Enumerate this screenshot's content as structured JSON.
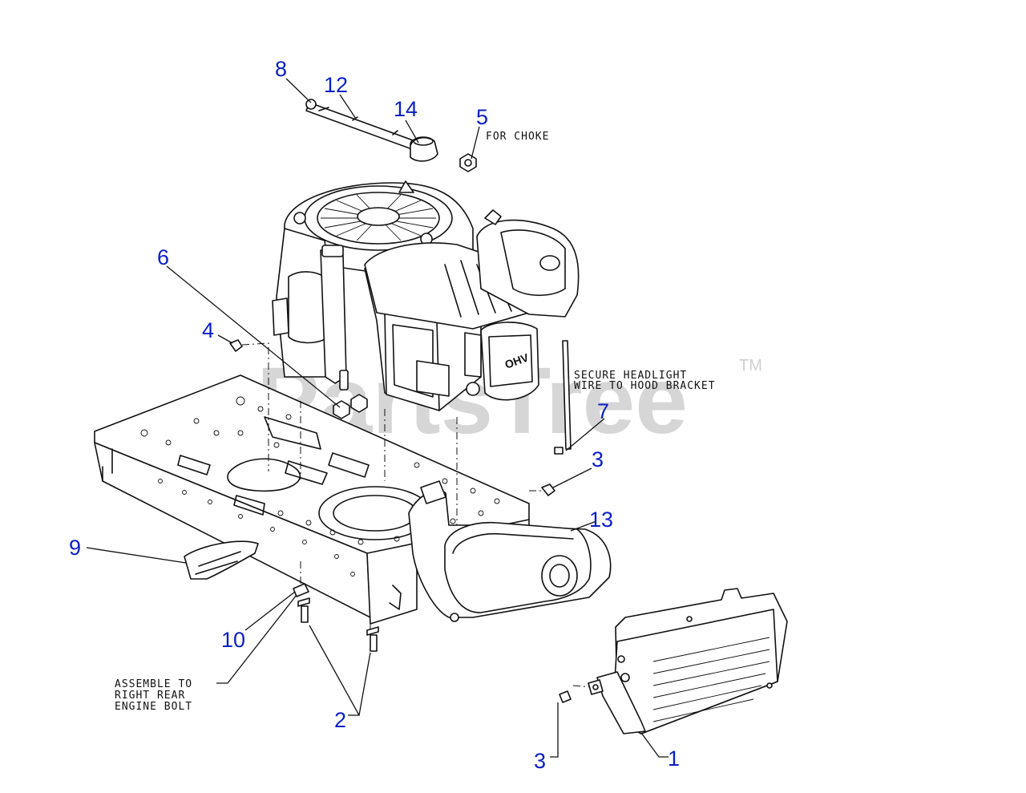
{
  "watermark": {
    "text": "PartsTree",
    "trademark": "TM"
  },
  "callouts": [
    {
      "id": "c8",
      "number": "8"
    },
    {
      "id": "c12",
      "number": "12"
    },
    {
      "id": "c14",
      "number": "14"
    },
    {
      "id": "c5",
      "number": "5"
    },
    {
      "id": "c6",
      "number": "6"
    },
    {
      "id": "c4",
      "number": "4"
    },
    {
      "id": "c7",
      "number": "7"
    },
    {
      "id": "c3a",
      "number": "3"
    },
    {
      "id": "c13",
      "number": "13"
    },
    {
      "id": "c9",
      "number": "9"
    },
    {
      "id": "c10",
      "number": "10"
    },
    {
      "id": "c2",
      "number": "2"
    },
    {
      "id": "c3b",
      "number": "3"
    },
    {
      "id": "c1",
      "number": "1"
    }
  ],
  "notes": {
    "choke": "FOR CHOKE",
    "headlight": [
      "SECURE HEADLIGHT",
      "WIRE TO HOOD BRACKET"
    ],
    "assemble": [
      "ASSEMBLE TO",
      "RIGHT REAR",
      "ENGINE BOLT"
    ]
  },
  "engine_badge": "OHV",
  "colors": {
    "callout": "#0b1fc8",
    "line": "#111111",
    "watermark": "#d6d6d6"
  }
}
